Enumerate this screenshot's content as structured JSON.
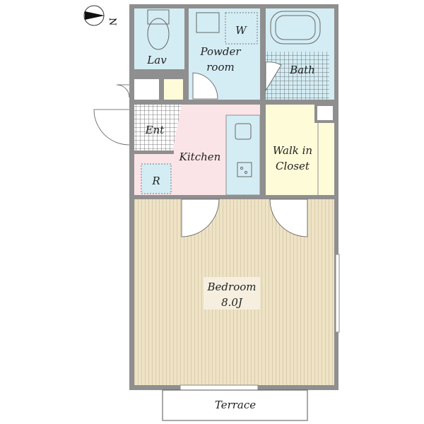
{
  "compass": {
    "label": "N",
    "icon": "north-arrow-icon"
  },
  "rooms": {
    "lav": "Lav",
    "powder_line1": "Powder",
    "powder_line2": "room",
    "washer": "W",
    "bath": "Bath",
    "entrance": "Ent",
    "kitchen": "Kitchen",
    "refrigerator": "R",
    "closet_line1": "Walk in",
    "closet_line2": "Closet",
    "bedroom": "Bedroom",
    "bedroom_size": "8.0J",
    "terrace": "Terrace"
  },
  "colors": {
    "wall": "#8f8f8f",
    "wet_area": "#d4edf4",
    "kitchen": "#fbe4e7",
    "closet": "#fdfbd8",
    "bedroom": "#efe3c6"
  }
}
